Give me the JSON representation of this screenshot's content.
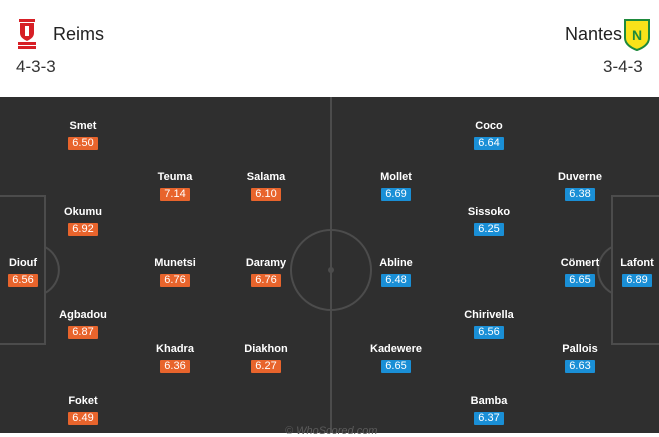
{
  "home": {
    "name": "Reims",
    "formation": "4-3-3",
    "color": "#e8642c",
    "logo_icon": "reims-crest-icon",
    "players": [
      {
        "name": "Smet",
        "rating": "6.50"
      },
      {
        "name": "Teuma",
        "rating": "7.14"
      },
      {
        "name": "Salama",
        "rating": "6.10"
      },
      {
        "name": "Okumu",
        "rating": "6.92"
      },
      {
        "name": "Diouf",
        "rating": "6.56"
      },
      {
        "name": "Munetsi",
        "rating": "6.76"
      },
      {
        "name": "Daramy",
        "rating": "6.76"
      },
      {
        "name": "Agbadou",
        "rating": "6.87"
      },
      {
        "name": "Khadra",
        "rating": "6.36"
      },
      {
        "name": "Diakhon",
        "rating": "6.27"
      },
      {
        "name": "Foket",
        "rating": "6.49"
      }
    ]
  },
  "away": {
    "name": "Nantes",
    "formation": "3-4-3",
    "color": "#1a8fd6",
    "logo_icon": "nantes-crest-icon",
    "players": [
      {
        "name": "Coco",
        "rating": "6.64"
      },
      {
        "name": "Mollet",
        "rating": "6.69"
      },
      {
        "name": "Duverne",
        "rating": "6.38"
      },
      {
        "name": "Sissoko",
        "rating": "6.25"
      },
      {
        "name": "Abline",
        "rating": "6.48"
      },
      {
        "name": "Cömert",
        "rating": "6.65"
      },
      {
        "name": "Lafont",
        "rating": "6.89"
      },
      {
        "name": "Chirivella",
        "rating": "6.56"
      },
      {
        "name": "Kadewere",
        "rating": "6.65"
      },
      {
        "name": "Pallois",
        "rating": "6.63"
      },
      {
        "name": "Bamba",
        "rating": "6.37"
      }
    ]
  },
  "watermark": "© WhoScored.com"
}
